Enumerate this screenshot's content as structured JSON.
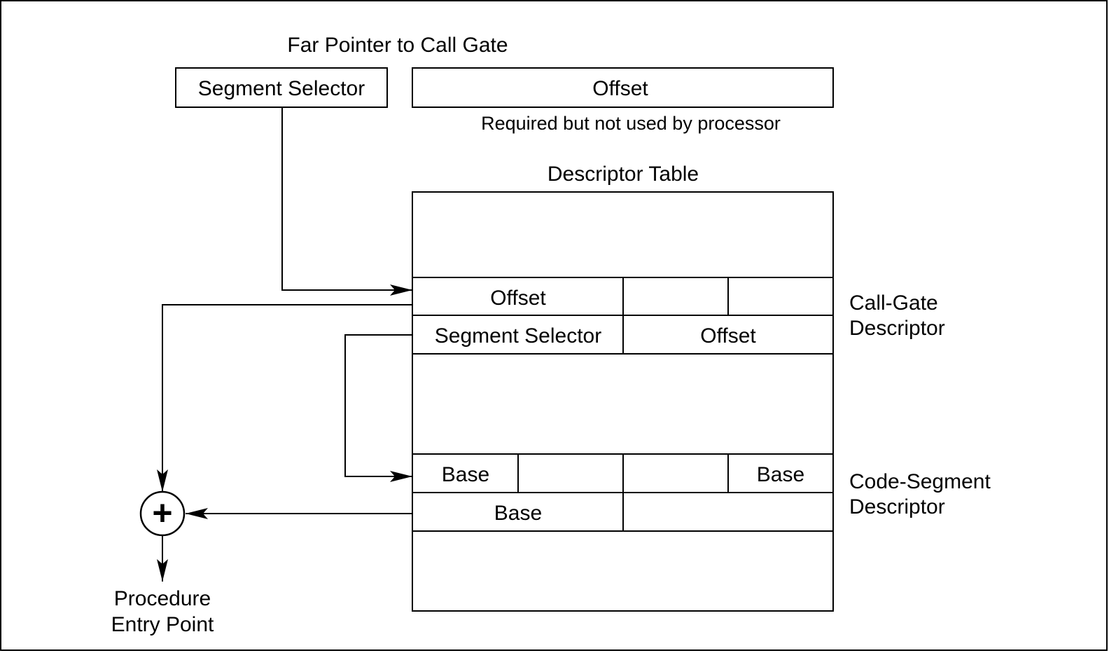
{
  "far_pointer": {
    "title": "Far Pointer to Call Gate",
    "segment_selector": "Segment Selector",
    "offset": "Offset",
    "offset_note": "Required but not used by processor"
  },
  "descriptor_table": {
    "title": "Descriptor Table",
    "call_gate": {
      "offset_top": "Offset",
      "segment_selector": "Segment Selector",
      "offset_bottom": "Offset",
      "label_line1": "Call-Gate",
      "label_line2": "Descriptor"
    },
    "code_segment": {
      "base_top_left": "Base",
      "base_top_right": "Base",
      "base_bottom": "Base",
      "label_line1": "Code-Segment",
      "label_line2": "Descriptor"
    }
  },
  "adder": {
    "symbol": "+",
    "output_line1": "Procedure",
    "output_line2": "Entry Point"
  }
}
